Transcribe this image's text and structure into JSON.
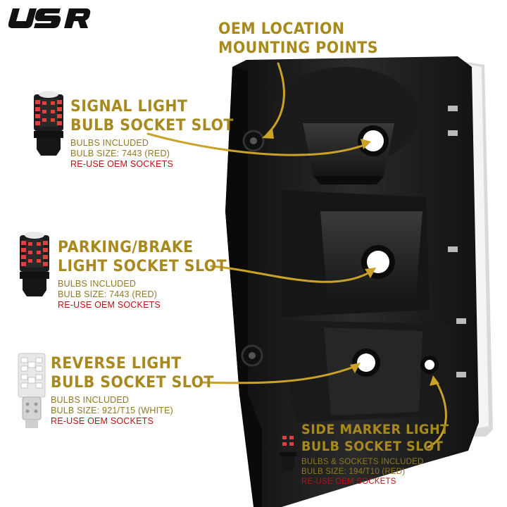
{
  "brand": {
    "logo_text": "USR"
  },
  "colors": {
    "heading": "#a8891e",
    "subtext": "#8f7a1f",
    "reuse": "#b81414",
    "housing": "#171717"
  },
  "callouts": {
    "oem": {
      "heading": [
        "OEM LOCATION",
        "MOUNTING POINTS"
      ]
    },
    "signal": {
      "heading": [
        "SIGNAL LIGHT",
        "BULB SOCKET SLOT"
      ],
      "line1": "BULBS INCLUDED",
      "line2": "BULB SIZE: 7443 (RED)",
      "reuse": "RE-USE OEM SOCKETS"
    },
    "parking": {
      "heading": [
        "PARKING/BRAKE",
        "LIGHT SOCKET SLOT"
      ],
      "line1": "BULBS INCLUDED",
      "line2": "BULB SIZE: 7443 (RED)",
      "reuse": "RE-USE OEM SOCKETS"
    },
    "reverse": {
      "heading": [
        "REVERSE LIGHT",
        "BULB SOCKET SLOT"
      ],
      "line1": "BULBS INCLUDED",
      "line2": "BULB SIZE: 921/T15 (WHITE)",
      "reuse": "RE-USE OEM SOCKETS"
    },
    "side_marker": {
      "heading": [
        "SIDE MARKER LIGHT",
        "BULB SOCKET SLOT"
      ],
      "line1": "BULBS & SOCKETS INCLUDED",
      "line2": "BULB SIZE: 194/T10 (RED)",
      "reuse": "RE-USE OEM SOCKETS"
    }
  },
  "icons": [
    "usr-logo",
    "bulb-7443-red-icon",
    "bulb-921-white-icon",
    "bulb-194-red-icon",
    "tail-light-housing"
  ]
}
